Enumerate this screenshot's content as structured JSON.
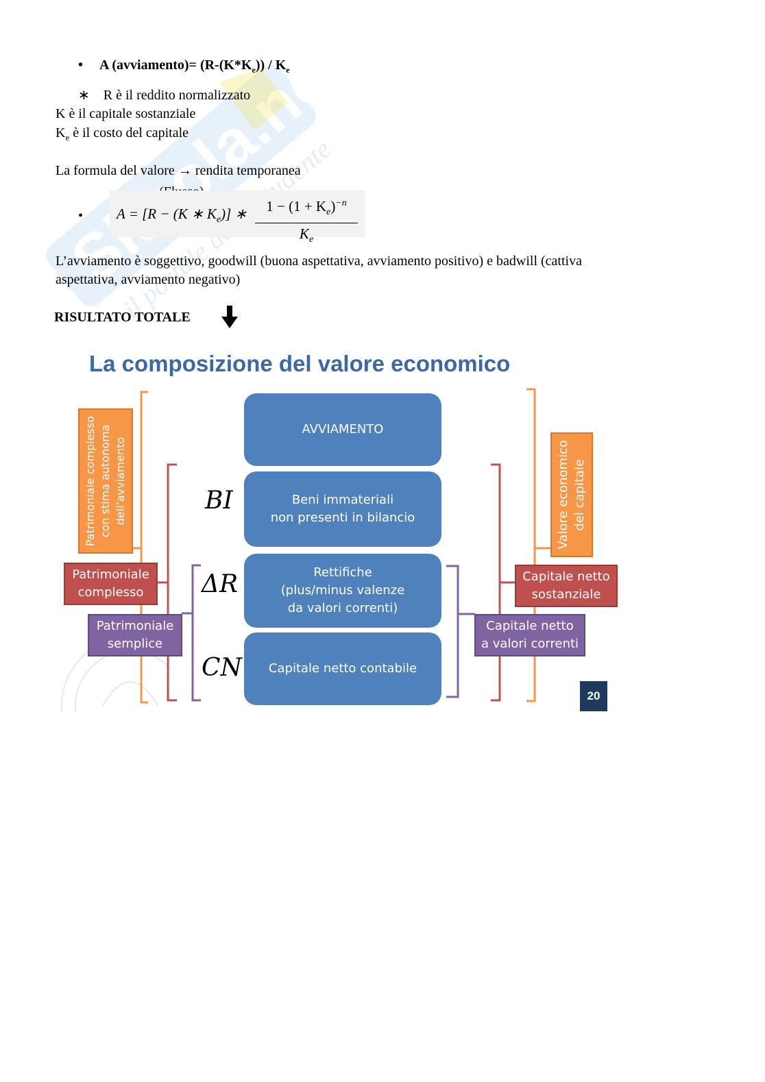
{
  "watermark": {
    "logo_text": "Skuola.net",
    "tagline": "il portale dello studente"
  },
  "bullet_formula": {
    "text": "A (avviamento)= (R-(K*K",
    "sub": "e",
    "text2": ")) / K",
    "sub2": "e"
  },
  "definitions": {
    "r_line": "R è il reddito normalizzato",
    "k_line": "K è il capitale sostanziale",
    "ke_prefix": "K",
    "ke_sub": "e",
    "ke_rest": " è il costo del capitale"
  },
  "formula_value": {
    "text_before": "La formula del valore",
    "arrow": "→",
    "text_after": "rendita temporanea",
    "flusso": "(Flusso)"
  },
  "math_formula": {
    "lhs": "A = [R − (K ∗ K",
    "lhs_sub": "e",
    "lhs_end": ")] ∗",
    "numerator": "1 − (1 + K",
    "numerator_sub": "e",
    "numerator_end": ")",
    "numerator_exp": "−n",
    "denominator": "K",
    "denominator_sub": "e"
  },
  "paragraph": {
    "line1": "L’avviamento è soggettivo, goodwill (buona aspettativa, avviamento positivo) e badwill (cattiva",
    "line2": "aspettativa, avviamento negativo)"
  },
  "heading": {
    "text": "RISULTATO TOTALE",
    "arrow": "🡇"
  },
  "slide": {
    "title": "La composizione del valore economico",
    "blocks": {
      "avviamento": "AVVIAMENTO",
      "bi": "Beni immateriali\nnon presenti in bilancio",
      "rettifiche": "Rettifiche\n(plus/minus valenze\nda valori correnti)",
      "cn": "Capitale netto contabile"
    },
    "symbols": {
      "bi": "BI",
      "dr": "ΔR",
      "cn": "CN"
    },
    "left_labels": {
      "orange": "Patrimoniale complesso\ncon stima autonoma\ndell’avviamento",
      "red": "Patrimoniale\ncomplesso",
      "purple": "Patrimoniale\nsemplice"
    },
    "right_labels": {
      "orange": "Valore economico\ndel capitale",
      "red": "Capitale netto\nsostanziale",
      "purple": "Capitale netto\na valori correnti"
    },
    "page_number": "20",
    "colors": {
      "blue": "#4f81bd",
      "orange": "#f79646",
      "red": "#c0504d",
      "purple": "#8064a2",
      "title": "#3b69a6"
    }
  }
}
